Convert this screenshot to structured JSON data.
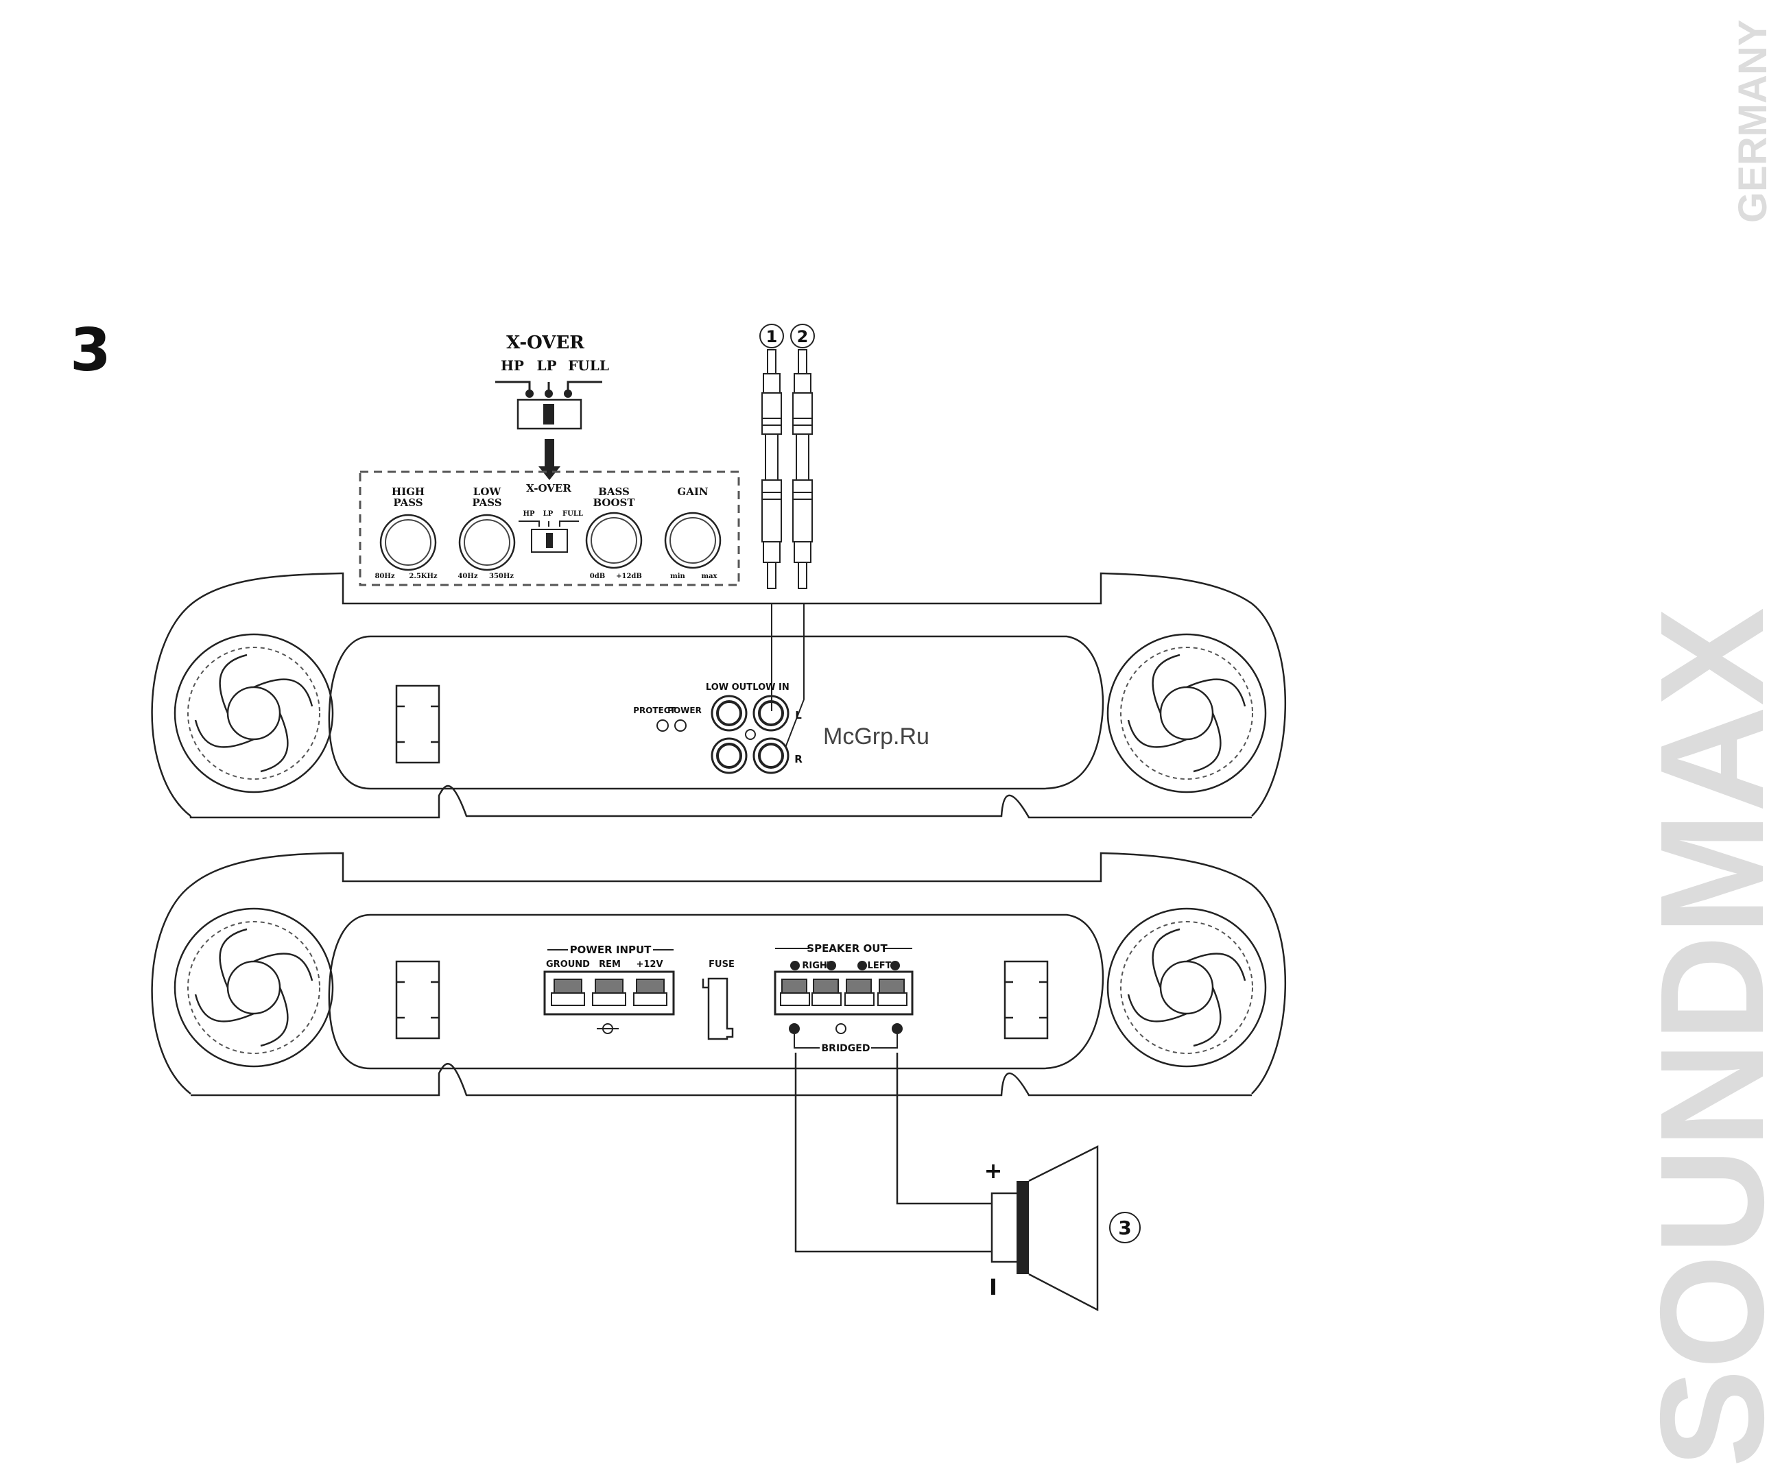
{
  "figure_number": "3",
  "brand": {
    "name": "SOUNDMAX",
    "sub": "GERMANY"
  },
  "watermark": "McGrp.Ru",
  "xover_zoom": {
    "title": "X-OVER",
    "options": [
      "HP",
      "LP",
      "FULL"
    ]
  },
  "controls_panel": {
    "high_pass": {
      "line1": "HIGH",
      "line2": "PASS",
      "min": "80Hz",
      "max": "2.5KHz"
    },
    "low_pass": {
      "line1": "LOW",
      "line2": "PASS",
      "min": "40Hz",
      "max": "350Hz"
    },
    "xover": {
      "title": "X-OVER",
      "options": [
        "HP",
        "LP",
        "FULL"
      ]
    },
    "bass_boost": {
      "line1": "BASS",
      "line2": "BOOST",
      "min": "0dB",
      "max": "+12dB"
    },
    "gain": {
      "line1": "GAIN",
      "min": "min",
      "max": "max"
    }
  },
  "callouts": [
    "1",
    "2",
    "3"
  ],
  "front_panel": {
    "indicators": [
      "PROTECT",
      "POWER"
    ],
    "low_out": "LOW OUT",
    "low_in": "LOW IN",
    "ch_left": "L",
    "ch_right": "R"
  },
  "rear_panel": {
    "power_input": "POWER INPUT",
    "power_terminals": [
      "GROUND",
      "REM",
      "+12V"
    ],
    "fuse": "FUSE",
    "speaker_out": "SPEAKER OUT",
    "speaker_terminals": [
      "RIGHT",
      "LEFT"
    ],
    "bridged": "BRIDGED"
  },
  "speaker": {
    "plus": "+",
    "minus": "I"
  }
}
